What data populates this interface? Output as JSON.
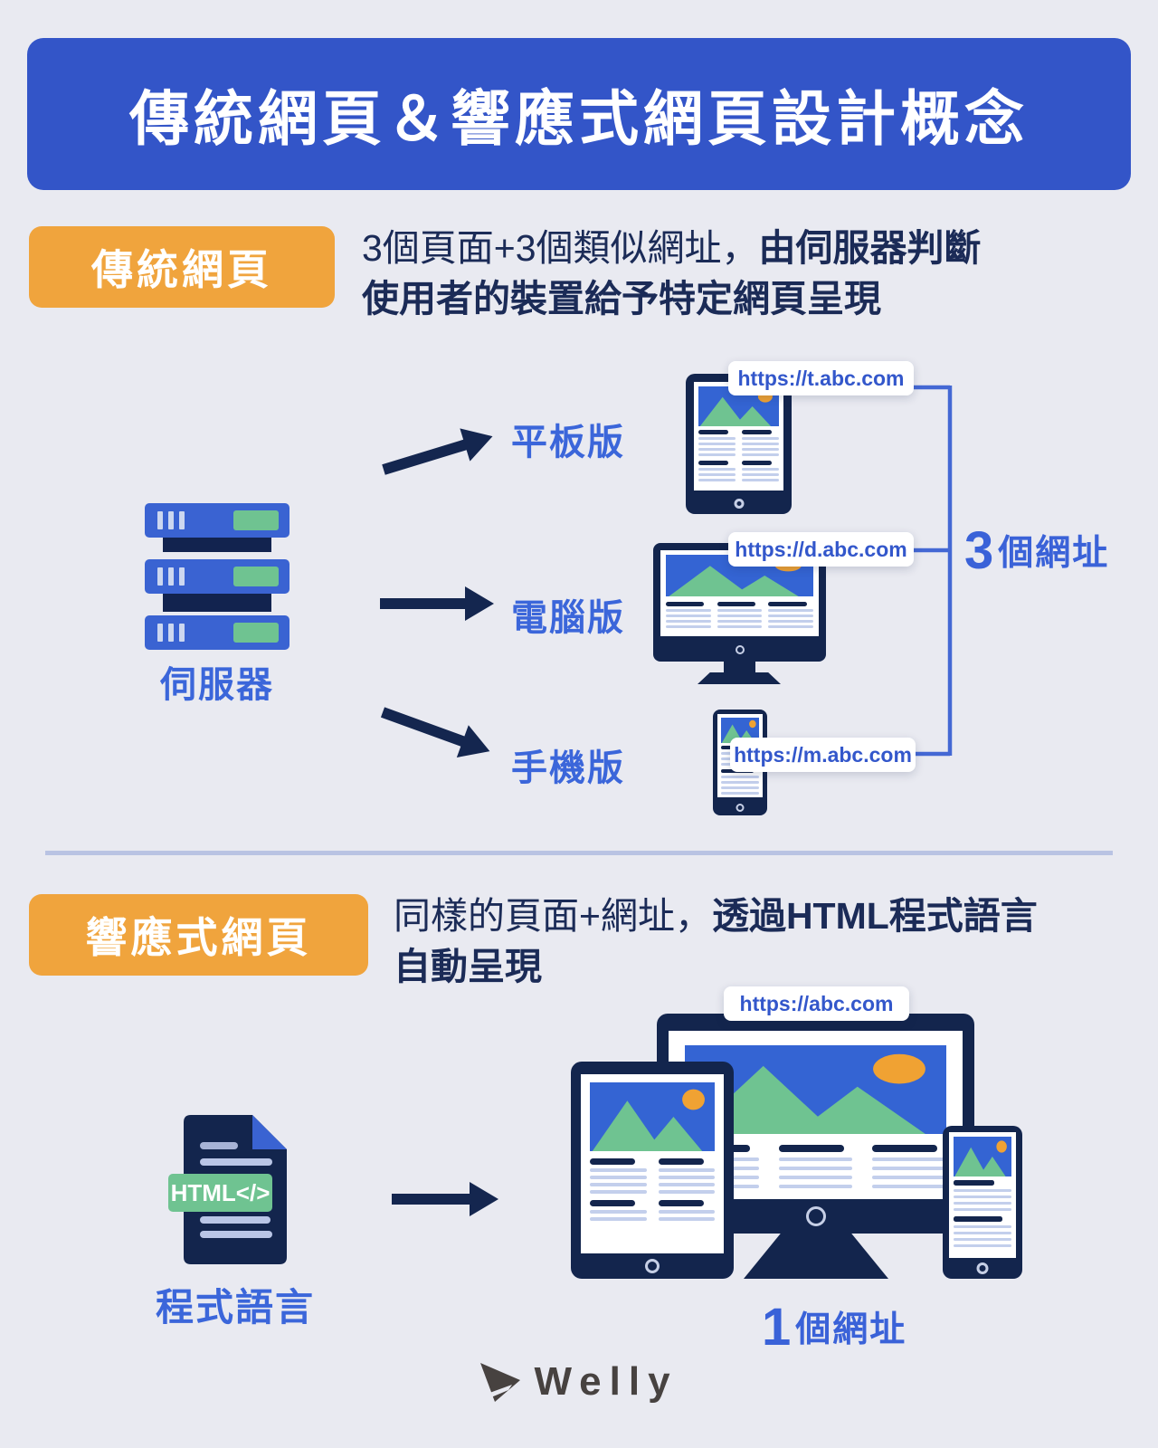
{
  "title": {
    "text": "傳統網頁＆響應式網頁設計概念"
  },
  "traditional": {
    "badge": "傳統網頁",
    "desc_normal": "3個頁面+3個類似網址，",
    "desc_bold": "由伺服器判斷",
    "desc_line2": "使用者的裝置給予特定網頁呈現",
    "server_label": "伺服器",
    "items": [
      {
        "label": "平板版",
        "url": "https://t.abc.com"
      },
      {
        "label": "電腦版",
        "url": "https://d.abc.com"
      },
      {
        "label": "手機版",
        "url": "https://m.abc.com"
      }
    ],
    "bracket": {
      "count": "3",
      "label": "個網址"
    }
  },
  "responsive": {
    "badge": "響應式網頁",
    "desc_normal": "同樣的頁面+網址，",
    "desc_bold": "透過HTML程式語言",
    "desc_line2": "自動呈現",
    "file_tag": "HTML</>",
    "file_label": "程式語言",
    "url": "https://abc.com",
    "bracket": {
      "count": "1",
      "label": "個網址"
    }
  },
  "footer": {
    "brand": "Welly"
  },
  "colors": {
    "banner_blue": "#3355c8",
    "badge_orange": "#f0a43d",
    "device_navy": "#13254d",
    "text_navy": "#1b2b57",
    "label_blue": "#3b66da",
    "screen_image_blue": "#3464d3",
    "mountain_green": "#6fc391",
    "sun_orange": "#f0a233",
    "divider": "#b9c3e3"
  }
}
